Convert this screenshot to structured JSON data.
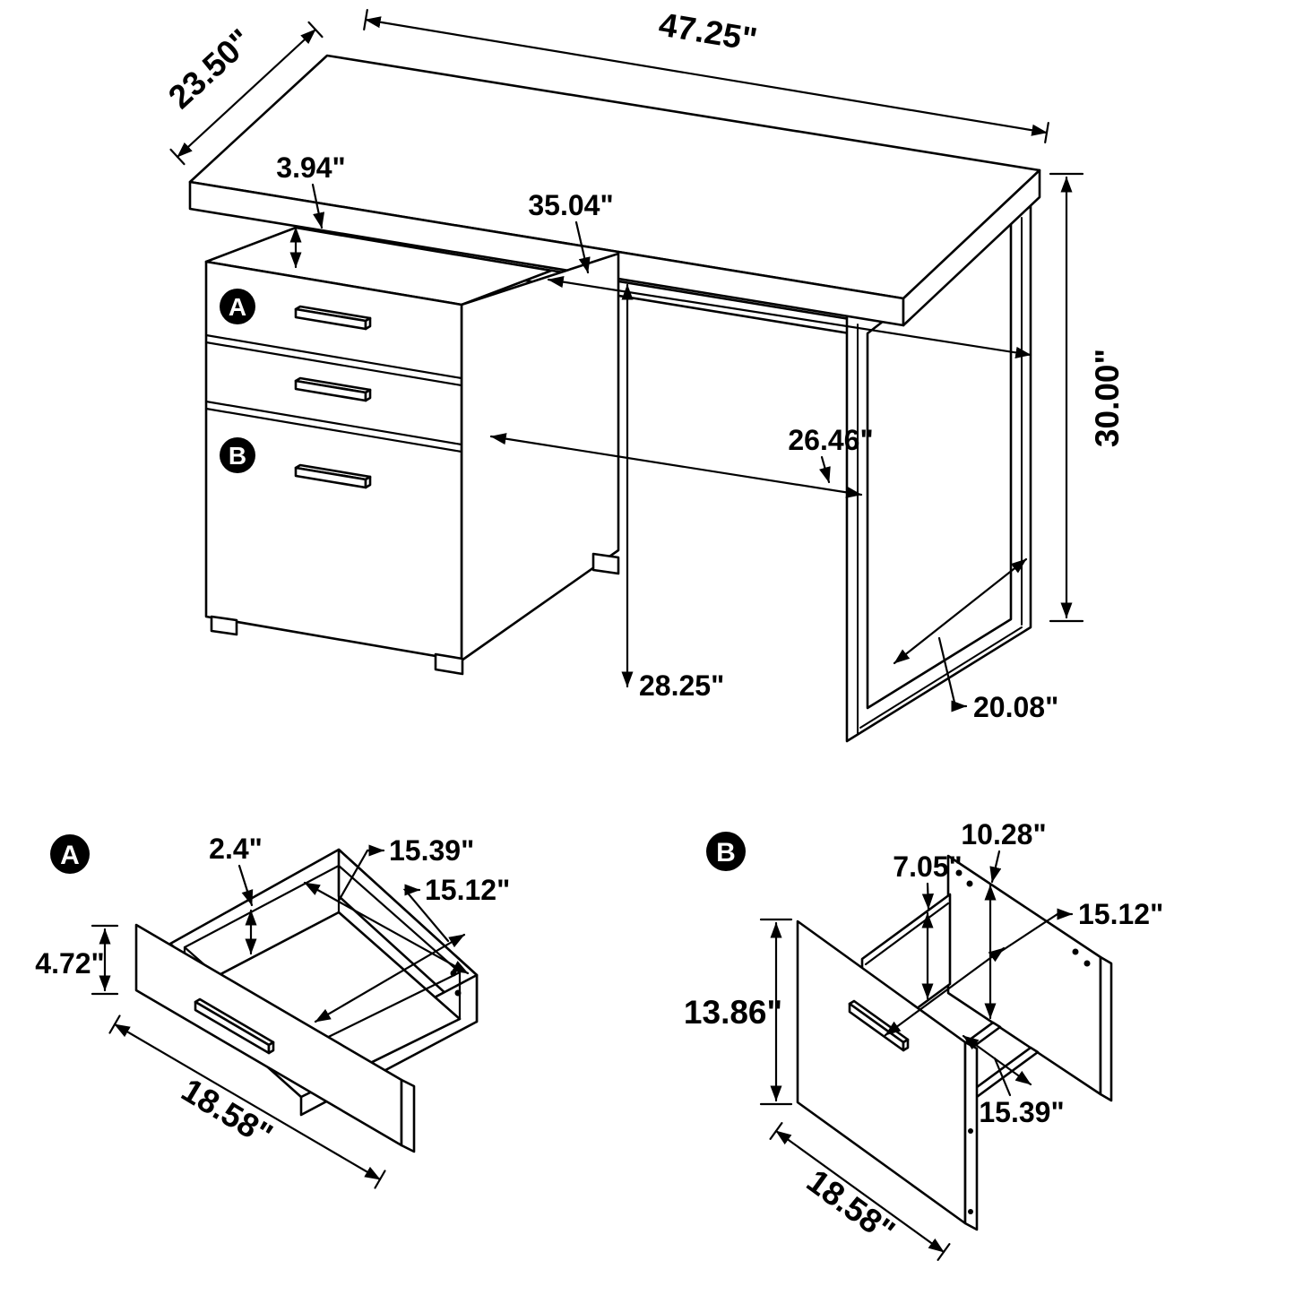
{
  "badges": {
    "a": "A",
    "b": "B"
  },
  "dims": {
    "desk": {
      "top_width": "47.25\"",
      "top_depth": "23.50\"",
      "top_to_cabinet_gap": "3.94\"",
      "underside_width": "35.04\"",
      "overall_height": "30.00\"",
      "knee_clearance_width": "26.46\"",
      "underside_height": "28.25\"",
      "leg_bottom_depth": "20.08\""
    },
    "drawer_a": {
      "rim_height": "2.4\"",
      "inner_width": "15.39\"",
      "inner_depth": "15.12\"",
      "front_height": "4.72\"",
      "front_width": "18.58\""
    },
    "drawer_b": {
      "side_height": "7.05\"",
      "back_height": "10.28\"",
      "inner_depth": "15.12\"",
      "front_height": "13.86\"",
      "inner_width": "15.39\"",
      "front_width": "18.58\""
    }
  },
  "colors": {
    "line": "#000000",
    "background": "#ffffff",
    "badge_bg": "#000000",
    "badge_text": "#ffffff"
  }
}
